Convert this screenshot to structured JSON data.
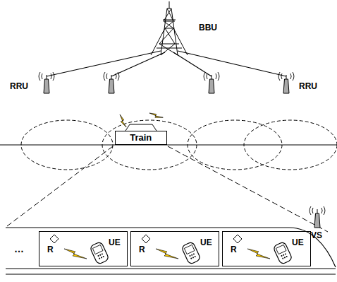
{
  "diagram": {
    "nodes": [
      {
        "text": [
          "Train"
        ]
      },
      {
        "text": [
          "R",
          "UE"
        ]
      },
      {
        "text": [
          "R",
          "UE"
        ]
      },
      {
        "text": [
          "R",
          "UE"
        ]
      }
    ],
    "labels": [
      "BBU",
      "RRU",
      "RRU",
      "VS",
      "…"
    ]
  }
}
